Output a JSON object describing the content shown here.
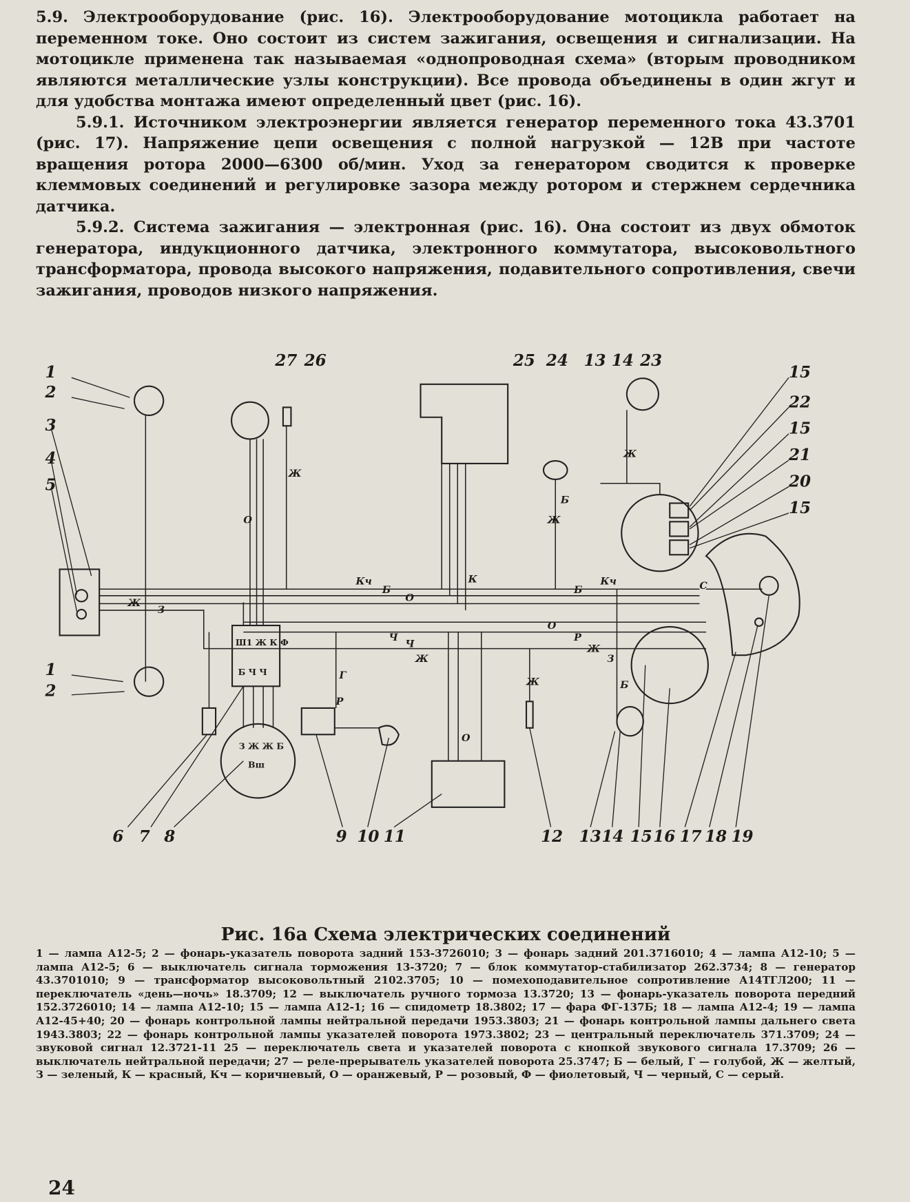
{
  "paragraphs": [
    {
      "id": "p59",
      "text": "5.9. Электрооборудование (рис. 16). Электрооборудование мотоцикла работает на переменном токе. Оно состоит из систем зажигания, освещения и сигнализации. На мотоцикле применена так называемая «однопроводная схема» (вторым проводником являются металлические узлы конструкции). Все провода объединены в один жгут и для удобства монтажа имеют определенный цвет (рис. 16)."
    },
    {
      "id": "p591",
      "text": "5.9.1. Источником электроэнергии является генератор переменного тока 43.3701 (рис. 17). Напряжение цепи освещения с полной нагрузкой — 12В при частоте вращения ротора 2000—6300 об/мин. Уход за генератором сводится к проверке клеммовых соединений и регулировке зазора между ротором и стержнем сердечника датчика."
    },
    {
      "id": "p592",
      "text": "5.9.2. Система зажигания — электронная (рис. 16). Она состоит из двух обмоток генератора, индукционного датчика, электронного коммутатора, высоковольтного трансформатора, провода высокого напряжения, подавительного сопротивления, свечи зажигания, проводов низкого напряжения."
    }
  ],
  "diagram": {
    "top_numbers": [
      "27",
      "26",
      "25",
      "24",
      "13",
      "14",
      "23"
    ],
    "left_numbers": [
      "1",
      "2",
      "3",
      "4",
      "5",
      "1",
      "2"
    ],
    "right_numbers": [
      "15",
      "22",
      "15",
      "21",
      "20",
      "15"
    ],
    "bottom_numbers": [
      "6",
      "7",
      "8",
      "9",
      "10",
      "11",
      "12",
      "13",
      "14",
      "15",
      "16",
      "17",
      "18",
      "19"
    ],
    "wire_labels": [
      "Кч",
      "Б",
      "О",
      "Ж",
      "З",
      "Ч",
      "Ч",
      "Ж",
      "Кч",
      "Б",
      "О",
      "Р",
      "Ж",
      "З",
      "Ж",
      "К",
      "Ж",
      "Б",
      "О",
      "Г",
      "Р",
      "О",
      "Ж",
      "С",
      "Ж",
      "Б"
    ],
    "component_labels": [
      "Ш1 Ж К Ф",
      "Б Ч Ч",
      "З Ж Ж Б",
      "Вш"
    ]
  },
  "caption": "Рис. 16а Схема электрических соединений",
  "legend": "1 — лампа А12-5; 2 — фонарь-указатель поворота задний 153-3726010; 3 — фонарь задний 201.3716010; 4 — лампа А12-10; 5 — лампа А12-5; 6 — выключатель сигнала торможения 13-3720; 7 — блок коммутатор-стабилизатор 262.3734; 8 — генератор 43.3701010; 9 — трансформатор высоковольтный 2102.3705; 10 — помехоподавительное сопротивление А14ТГЛ200; 11 — переключатель «день—ночь» 18.3709; 12 — выключатель ручного тормоза 13.3720; 13 — фонарь-указатель поворота передний 152.3726010; 14 — лампа А12-10; 15 — лампа А12-1; 16 — спидометр 18.3802; 17 — фара ФГ-137Б; 18 — лампа А12-4; 19 — лампа А12-45+40; 20 — фонарь контрольной лампы нейтральной передачи 1953.3803; 21 — фонарь контрольной лампы дальнего света 1943.3803; 22 — фонарь контрольной лампы указателей поворота 1973.3802; 23 — центральный переключатель 371.3709; 24 — звуковой сигнал 12.3721-11 25 — переключатель света и указателей поворота с кнопкой звукового сигнала 17.3709; 26 — выключатель нейтральной передачи; 27 — реле-прерыватель указателей поворота 25.3747; Б — белый, Г — голубой, Ж — желтый, З — зеленый, К — красный, Кч — коричневый, О — оранжевый, Р — розовый, Ф — фиолетовый, Ч — черный, С — серый.",
  "page_number": "24"
}
